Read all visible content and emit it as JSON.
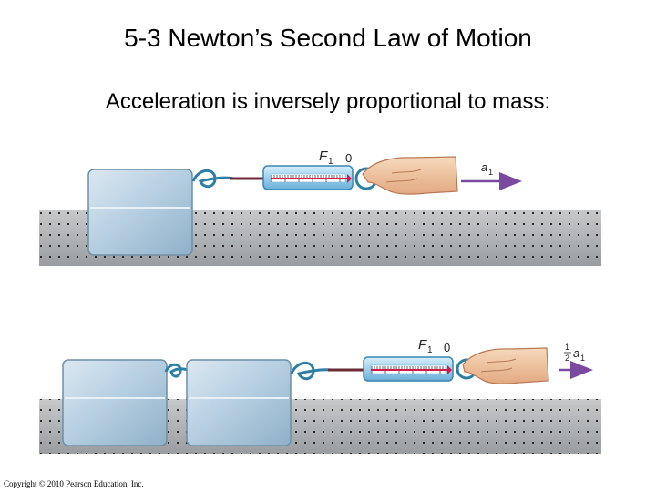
{
  "slide": {
    "title": "5-3 Newton’s Second Law of Motion",
    "subtitle": "Acceleration is inversely proportional to mass:",
    "copyright": "Copyright © 2010 Pearson Education, Inc."
  },
  "figure": {
    "top": {
      "force_label": "F",
      "force_subscript": "1",
      "scale_zero": "0",
      "accel_label": "a",
      "accel_subscript": "1",
      "block_count": 1
    },
    "bottom": {
      "force_label": "F",
      "force_subscript": "1",
      "scale_zero": "0",
      "accel_fraction_num": "1",
      "accel_fraction_den": "2",
      "accel_label": "a",
      "accel_subscript": "1",
      "block_count": 2
    },
    "colors": {
      "table": "#a9acae",
      "block": "#b8cfe0",
      "scale_body": "#a8d4ee",
      "scale_indicator": "#d21a4a",
      "cord": "#6a2a36",
      "hook": "#2d7fa5",
      "arrow": "#7a4aa0",
      "hand": "#f2c9a4"
    }
  }
}
